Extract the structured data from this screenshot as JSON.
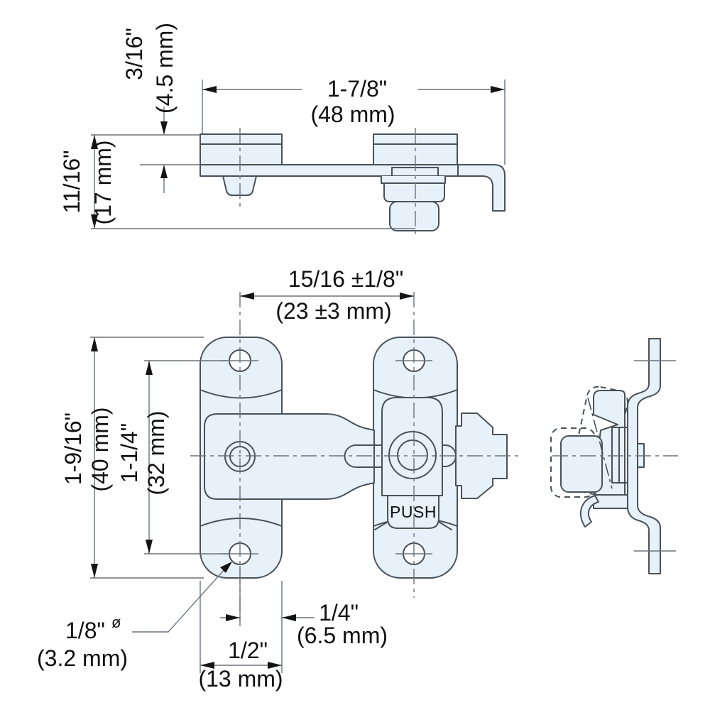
{
  "diagram": {
    "kind": "technical-drawing",
    "subject": "push-latch hardware, three orthographic views",
    "colors": {
      "part_fill": "#e7f1fa",
      "part_line": "#49525a",
      "dimension_line": "#6a737a",
      "text": "#101010",
      "background": "#ffffff"
    },
    "labels": {
      "push": "PUSH",
      "diameter_symbol": "ø"
    },
    "dimensions": {
      "top_view": {
        "overall_width": {
          "inch": "1-7/8\"",
          "mm": "(48 mm)"
        },
        "spacer_height": {
          "inch": "3/16\"",
          "mm": "(4.5 mm)"
        },
        "overall_height": {
          "inch": "11/16\"",
          "mm": "(17 mm)"
        }
      },
      "front_view": {
        "plate_spacing": {
          "inch": "15/16 ±1/8\"",
          "mm": "(23 ±3 mm)"
        },
        "plate_height": {
          "inch": "1-9/16\"",
          "mm": "(40 mm)"
        },
        "hole_spacing": {
          "inch": "1-1/4\"",
          "mm": "(32 mm)"
        },
        "hole_diameter": {
          "inch": "1/8\"",
          "mm": "(3.2 mm)"
        },
        "hole_edge_offset": {
          "inch": "1/4\"",
          "mm": "(6.5 mm)"
        },
        "plate_width": {
          "inch": "1/2\"",
          "mm": "(13 mm)"
        }
      }
    }
  }
}
